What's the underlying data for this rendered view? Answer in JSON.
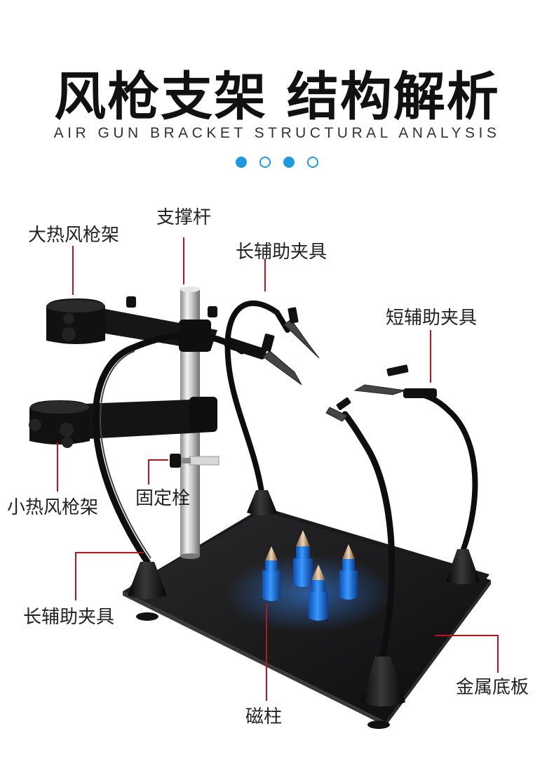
{
  "header": {
    "title": "风枪支架 结构解析",
    "subtitle": "AIR GUN BRACKET STRUCTURAL ANALYSIS",
    "dots": [
      "filled",
      "hollow",
      "filled",
      "hollow"
    ]
  },
  "labels": {
    "large_gun_holder": "大热风枪架",
    "support_rod": "支撑杆",
    "long_clip_top": "长辅助夹具",
    "short_clip": "短辅助夹具",
    "small_gun_holder": "小热风枪架",
    "fixing_bolt": "固定栓",
    "long_clip_bottom": "长辅助夹具",
    "metal_base": "金属底板",
    "magnetic_pillar": "磁柱"
  },
  "colors": {
    "accent": "#1f9ae0",
    "leader_line": "#c0121c",
    "magnet_blue": "#1d6fd6"
  }
}
